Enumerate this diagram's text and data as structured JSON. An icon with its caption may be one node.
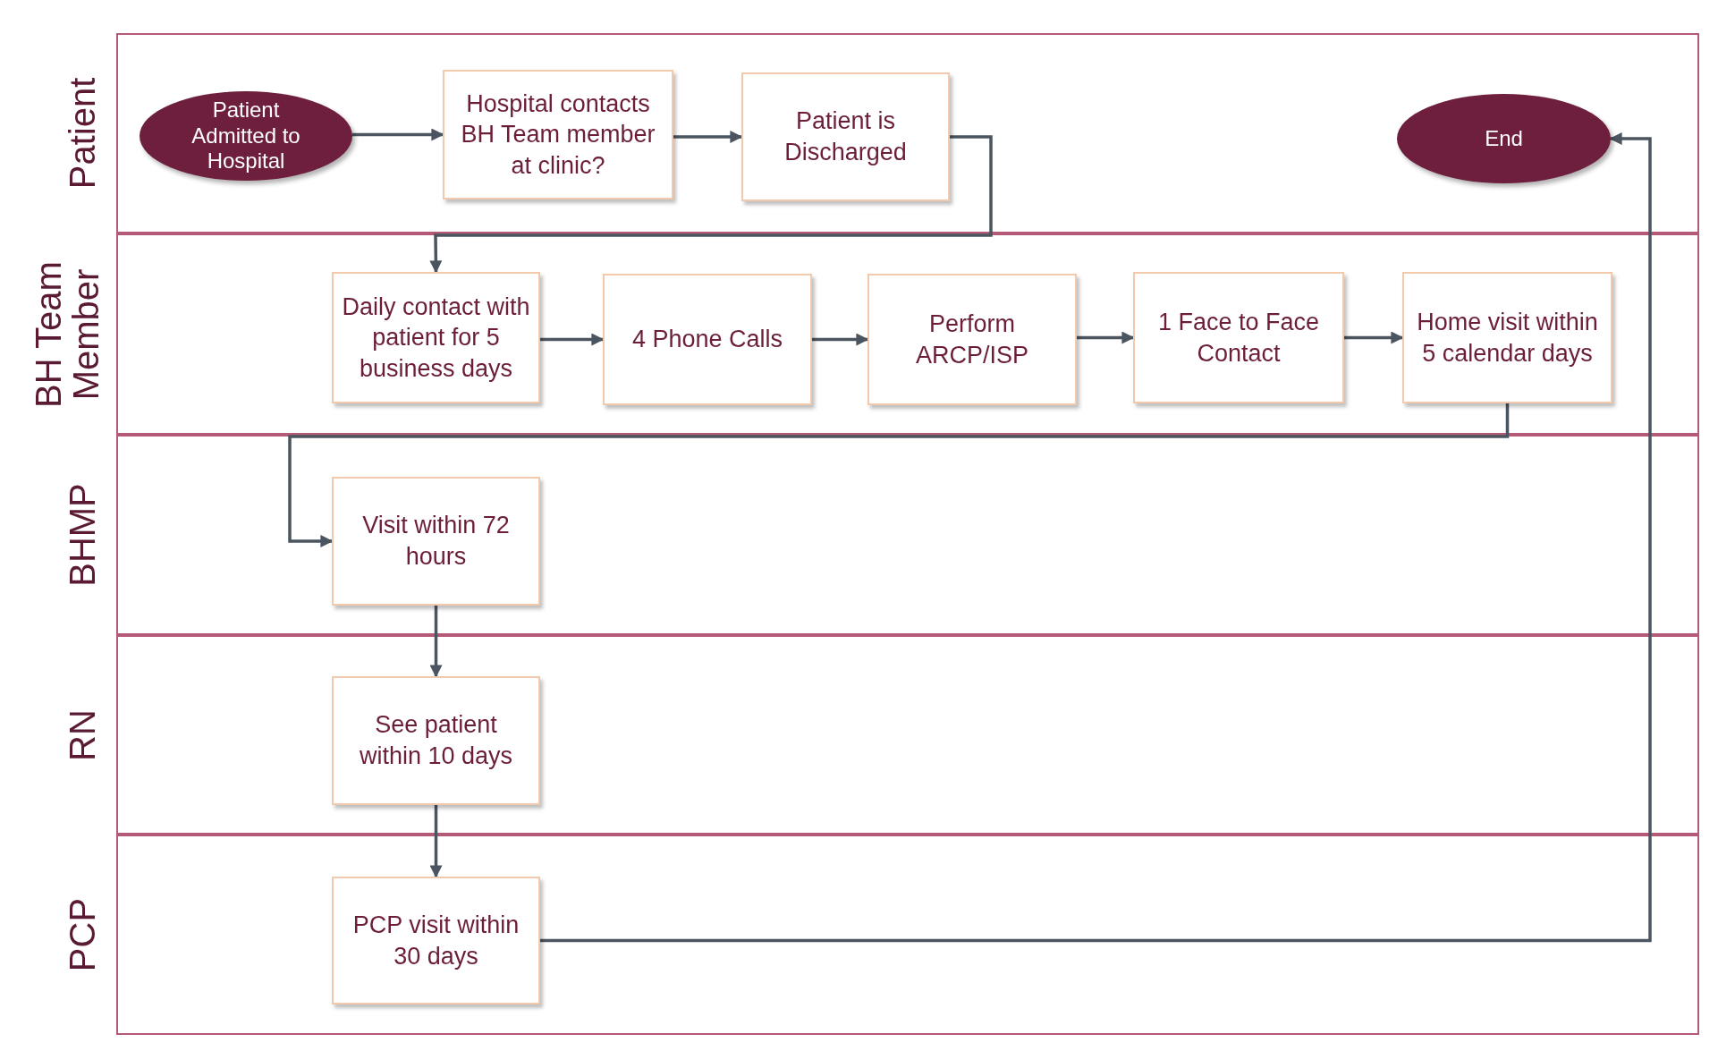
{
  "diagram": {
    "nodes": [
      {
        "text": [
          "Patient"
        ]
      },
      {
        "text": [
          "BH Team Member"
        ]
      },
      {
        "text": [
          "BHMP"
        ]
      },
      {
        "text": [
          "RN"
        ]
      },
      {
        "text": [
          "PCP"
        ]
      },
      {
        "text": [
          "Patient Admitted to Hospital"
        ],
        "in": 0
      },
      {
        "text": [
          "Hospital contacts BH Team member at clinic?"
        ],
        "in": 0
      },
      {
        "text": [
          "Patient is Discharged"
        ],
        "in": 0
      },
      {
        "text": [
          "End"
        ],
        "in": 0
      },
      {
        "text": [
          "Daily contact with patient for 5 business days"
        ],
        "in": 1
      },
      {
        "text": [
          "4 Phone Calls"
        ],
        "in": 1
      },
      {
        "text": [
          "Perform ARCP/ISP"
        ],
        "in": 1
      },
      {
        "text": [
          "1 Face to Face Contact"
        ],
        "in": 1
      },
      {
        "text": [
          "Home visit within 5 calendar days"
        ],
        "in": 1
      },
      {
        "text": [
          "Visit within 72 hours"
        ],
        "in": 2
      },
      {
        "text": [
          "See patient within 10 days"
        ],
        "in": 3
      },
      {
        "text": [
          "PCP visit within 30 days"
        ],
        "in": 4
      }
    ],
    "edges": [
      {
        "from": 5,
        "to": 6,
        "arrow": "to"
      },
      {
        "from": 6,
        "to": 7,
        "arrow": "to"
      },
      {
        "from": 7,
        "to": 9,
        "arrow": "to"
      },
      {
        "from": 9,
        "to": 10,
        "arrow": "to"
      },
      {
        "from": 10,
        "to": 11,
        "arrow": "to"
      },
      {
        "from": 11,
        "to": 12,
        "arrow": "to"
      },
      {
        "from": 12,
        "to": 13,
        "arrow": "to"
      },
      {
        "from": 13,
        "to": 14,
        "arrow": "to"
      },
      {
        "from": 14,
        "to": 15,
        "arrow": "to"
      },
      {
        "from": 15,
        "to": 16,
        "arrow": "to"
      },
      {
        "from": 16,
        "to": 8,
        "arrow": "to"
      }
    ]
  }
}
